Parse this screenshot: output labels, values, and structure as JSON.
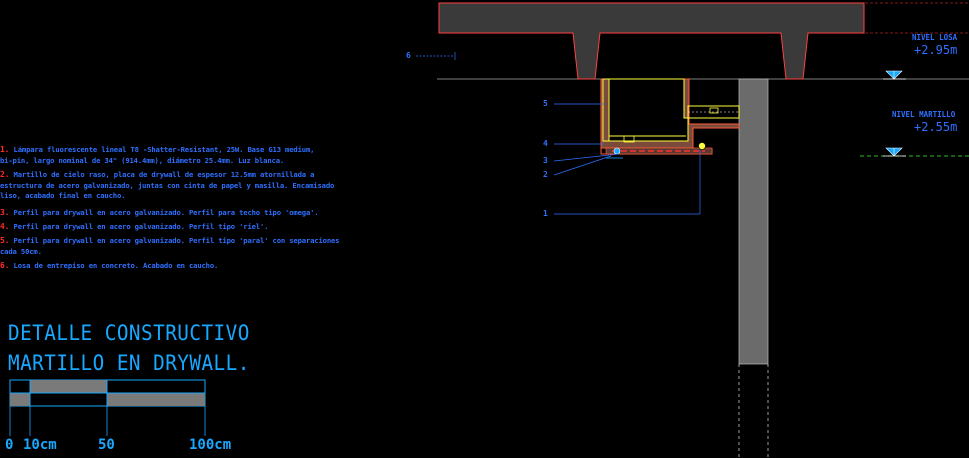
{
  "notes": [
    {
      "num": "1.",
      "lines": [
        "Lámpara fluorescente lineal  T8 -Shatter-Resistant, 25W. Base G13 medium,",
        "bi-pin, largo nominal de 34\" (914.4mm), diámetro 25.4mm. Luz blanca."
      ]
    },
    {
      "num": "2.",
      "lines": [
        "Martillo de cielo raso, placa de drywall de espesor 12.5mm atornillada a",
        "estructura de acero galvanizado, juntas con cinta de papel y masilla. Encamisado",
        "liso, acabado final en caucho."
      ]
    },
    {
      "num": "3.",
      "lines": [
        "Perfil para drywall en acero galvanizado. Perfil para techo tipo 'omega'."
      ]
    },
    {
      "num": "4.",
      "lines": [
        "Perfil para drywall en acero galvanizado. Perfil tipo 'riel'."
      ]
    },
    {
      "num": "5.",
      "lines": [
        "Perfil para drywall en acero galvanizado. Perfil tipo 'paral' con separaciones",
        "cada 50cm."
      ]
    },
    {
      "num": "6.",
      "lines": [
        "Losa de entrepiso en concreto. Acabado en caucho."
      ]
    }
  ],
  "title": {
    "line1": "DETALLE CONSTRUCTIVO",
    "line2": "MARTILLO EN DRYWALL."
  },
  "scale_labels": [
    "0",
    "10cm",
    "50",
    "100cm"
  ],
  "levels": [
    {
      "name": "NIVEL LOSA",
      "value": "+2.95m"
    },
    {
      "name": "NIVEL MARTILLO",
      "value": "+2.55m"
    }
  ],
  "callouts": [
    "6",
    "5",
    "4",
    "3",
    "2",
    "1"
  ],
  "colors": {
    "slab": "#ff4040",
    "slab_fill": "#3a3a3a",
    "profile": "#ffff3c",
    "callout": "#2f6fff",
    "level_line": "#3cff3c",
    "level_triangle": "#19a8ff",
    "text": "#19a8ff"
  }
}
